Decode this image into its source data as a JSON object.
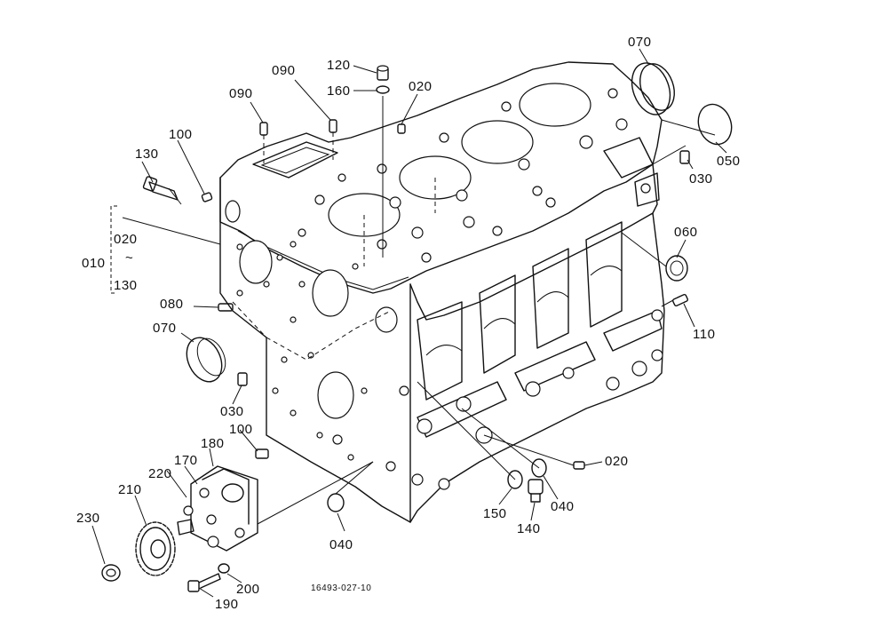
{
  "labels": {
    "p120": "120",
    "p160": "160",
    "p020_top": "020",
    "p090_a": "090",
    "p090_b": "090",
    "p100_top": "100",
    "p130_top": "130",
    "p070_top": "070",
    "p050": "050",
    "p030_right": "030",
    "p060": "060",
    "p110": "110",
    "p010": "010",
    "p020_group": "020",
    "p130_group": "130",
    "p080": "080",
    "p070_left": "070",
    "p030_left": "030",
    "p100_bottom": "100",
    "p180": "180",
    "p170": "170",
    "p220": "220",
    "p210": "210",
    "p230": "230",
    "p020_bottom": "020",
    "p040_right": "040",
    "p150": "150",
    "p140": "140",
    "p040_bottom": "040",
    "p200": "200",
    "p190": "190",
    "group_tilde": "~"
  },
  "reference_code": "16493-027-10"
}
